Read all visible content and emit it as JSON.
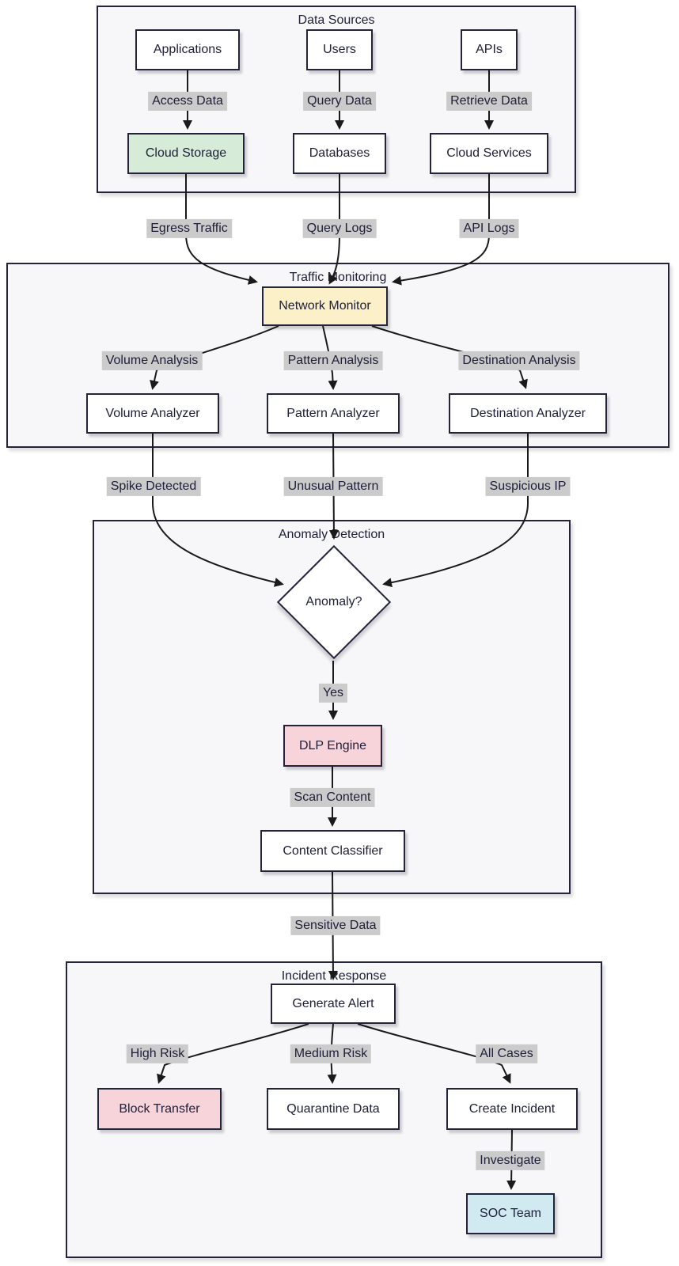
{
  "diagram": {
    "type": "flowchart",
    "clusters": [
      {
        "title": "Data Sources"
      },
      {
        "title": "Traffic Monitoring"
      },
      {
        "title": "Anomaly Detection"
      },
      {
        "title": "Incident Response"
      }
    ],
    "nodes": [
      {
        "id": "applications",
        "label": "Applications",
        "shape": "rect",
        "fill": "node_bg"
      },
      {
        "id": "users",
        "label": "Users",
        "shape": "rect",
        "fill": "node_bg"
      },
      {
        "id": "apis",
        "label": "APIs",
        "shape": "rect",
        "fill": "node_bg"
      },
      {
        "id": "cloud-storage",
        "label": "Cloud Storage",
        "shape": "rect",
        "fill": "green"
      },
      {
        "id": "databases",
        "label": "Databases",
        "shape": "rect",
        "fill": "node_bg"
      },
      {
        "id": "cloud-services",
        "label": "Cloud Services",
        "shape": "rect",
        "fill": "node_bg"
      },
      {
        "id": "network-monitor",
        "label": "Network Monitor",
        "shape": "rect",
        "fill": "yellow"
      },
      {
        "id": "volume-analyzer",
        "label": "Volume Analyzer",
        "shape": "rect",
        "fill": "node_bg"
      },
      {
        "id": "pattern-analyzer",
        "label": "Pattern Analyzer",
        "shape": "rect",
        "fill": "node_bg"
      },
      {
        "id": "destination-analyzer",
        "label": "Destination Analyzer",
        "shape": "rect",
        "fill": "node_bg"
      },
      {
        "id": "anomaly-decision",
        "label": "Anomaly?",
        "shape": "diamond",
        "fill": "node_bg"
      },
      {
        "id": "dlp-engine",
        "label": "DLP Engine",
        "shape": "rect",
        "fill": "pink"
      },
      {
        "id": "content-classifier",
        "label": "Content Classifier",
        "shape": "rect",
        "fill": "node_bg"
      },
      {
        "id": "generate-alert",
        "label": "Generate Alert",
        "shape": "rect",
        "fill": "node_bg"
      },
      {
        "id": "block-transfer",
        "label": "Block Transfer",
        "shape": "rect",
        "fill": "pink"
      },
      {
        "id": "quarantine-data",
        "label": "Quarantine Data",
        "shape": "rect",
        "fill": "node_bg"
      },
      {
        "id": "create-incident",
        "label": "Create Incident",
        "shape": "rect",
        "fill": "node_bg"
      },
      {
        "id": "soc-team",
        "label": "SOC Team",
        "shape": "rect",
        "fill": "blue"
      }
    ],
    "edge_labels": [
      {
        "text": "Access Data"
      },
      {
        "text": "Query Data"
      },
      {
        "text": "Retrieve Data"
      },
      {
        "text": "Egress Traffic"
      },
      {
        "text": "Query Logs"
      },
      {
        "text": "API Logs"
      },
      {
        "text": "Volume Analysis"
      },
      {
        "text": "Pattern Analysis"
      },
      {
        "text": "Destination Analysis"
      },
      {
        "text": "Spike Detected"
      },
      {
        "text": "Unusual Pattern"
      },
      {
        "text": "Suspicious IP"
      },
      {
        "text": "Yes"
      },
      {
        "text": "Scan Content"
      },
      {
        "text": "Sensitive Data"
      },
      {
        "text": "High Risk"
      },
      {
        "text": "Medium Risk"
      },
      {
        "text": "All Cases"
      },
      {
        "text": "Investigate"
      }
    ],
    "colors": {
      "canvas_bg": "#ffffff",
      "cluster_bg": "#f7f7fa",
      "border": "#23233c",
      "edge_line": "#1a1a1a",
      "label_bg": "#cbcbcb",
      "text": "#20203a",
      "node_bg": "#ffffff",
      "green": "#d6ecd8",
      "yellow": "#fcf0c8",
      "pink": "#f7d3da",
      "blue": "#d1e9f0"
    }
  }
}
